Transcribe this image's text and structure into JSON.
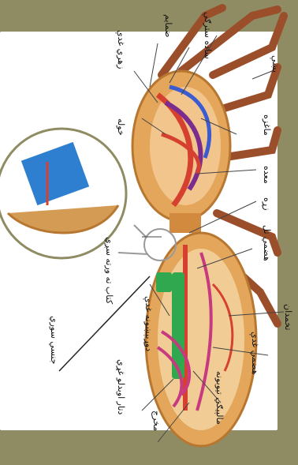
{
  "diagram": {
    "labels": [
      "پښې",
      "ساده سترګې",
      "ضمايم",
      "زهري غدې",
      "خوله",
      "ماغزه",
      "معده",
      "زړه",
      "هضمي تل",
      "تخمدان",
      "هضمي غدې",
      "کتاب ته ورته سږي",
      "جنسي سوري",
      "دوړبېښونه غدې",
      "مالپيګي تيوبونه",
      "دتار اوبدلو غړي",
      "مخرج"
    ],
    "colors": {
      "background": "#8f8c63",
      "paper": "#ffffff",
      "body_outline": "#c98a3a",
      "legs": "#a0522d",
      "gland": "#2fa84f",
      "artery": "#d6412f",
      "blue": "#2f7fd0"
    }
  }
}
